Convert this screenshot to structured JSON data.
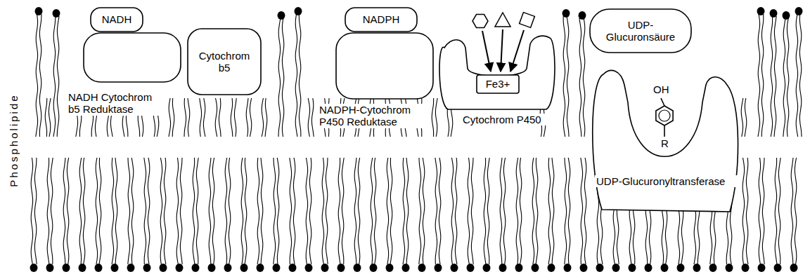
{
  "diagram": {
    "nodes": [
      {
        "text": [
          "NADH"
        ]
      },
      {
        "text": [
          "NADH Cytochrom b5 Reduktase"
        ]
      },
      {
        "text": [
          "Cytochrom b5"
        ]
      },
      {
        "text": [
          "NADPH"
        ]
      },
      {
        "text": [
          "NADPH-Cytochrom P450 Reduktase"
        ]
      },
      {
        "text": [
          "Cytochrom P450"
        ]
      },
      {
        "text": [
          "Fe3+"
        ],
        "in": 5
      },
      {
        "text": [
          "UDP-Glucuronsäure"
        ]
      },
      {
        "text": [
          "UDP-Glucuronyltransferase"
        ]
      }
    ],
    "labels": [
      "Phospholipide",
      "OH",
      "R"
    ]
  }
}
